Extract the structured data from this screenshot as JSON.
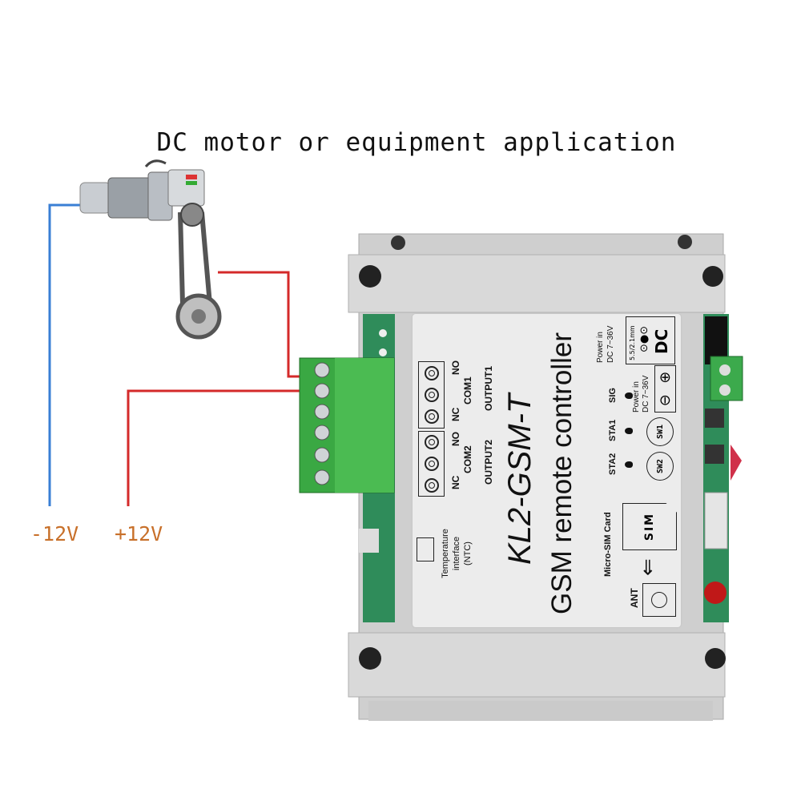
{
  "title": "DC motor or equipment application",
  "wiring": {
    "negative_label": "-12V",
    "positive_label": "+12V",
    "colors": {
      "negative": "#3a7fd5",
      "positive": "#d42a2a"
    }
  },
  "device": {
    "model": "KL2-GSM-T",
    "subtitle": "GSM remote controller",
    "output1": {
      "name": "OUTPUT1",
      "nc": "NC",
      "com": "COM1",
      "no": "NO"
    },
    "output2": {
      "name": "OUTPUT2",
      "nc": "NC",
      "com": "COM2",
      "no": "NO"
    },
    "temperature": {
      "line1": "Temperature",
      "line2": "interface",
      "line3": "(NTC)"
    },
    "sim_label": "Micro-SIM Card",
    "sim_text": "SIM",
    "ant": "ANT",
    "leds": {
      "sta2": "STA2",
      "sta1": "STA1",
      "sig": "SIG"
    },
    "switches": {
      "sw2": "SW2",
      "sw1": "SW1"
    },
    "power_dc": {
      "line1": "Power in",
      "line2": "DC 7~36V",
      "jack": "5.5/2.1mm",
      "dc": "DC"
    },
    "power_terminal": {
      "line1": "Power in",
      "line2": "DC 7~36V",
      "minus": "⊖",
      "plus": "⊕"
    }
  }
}
